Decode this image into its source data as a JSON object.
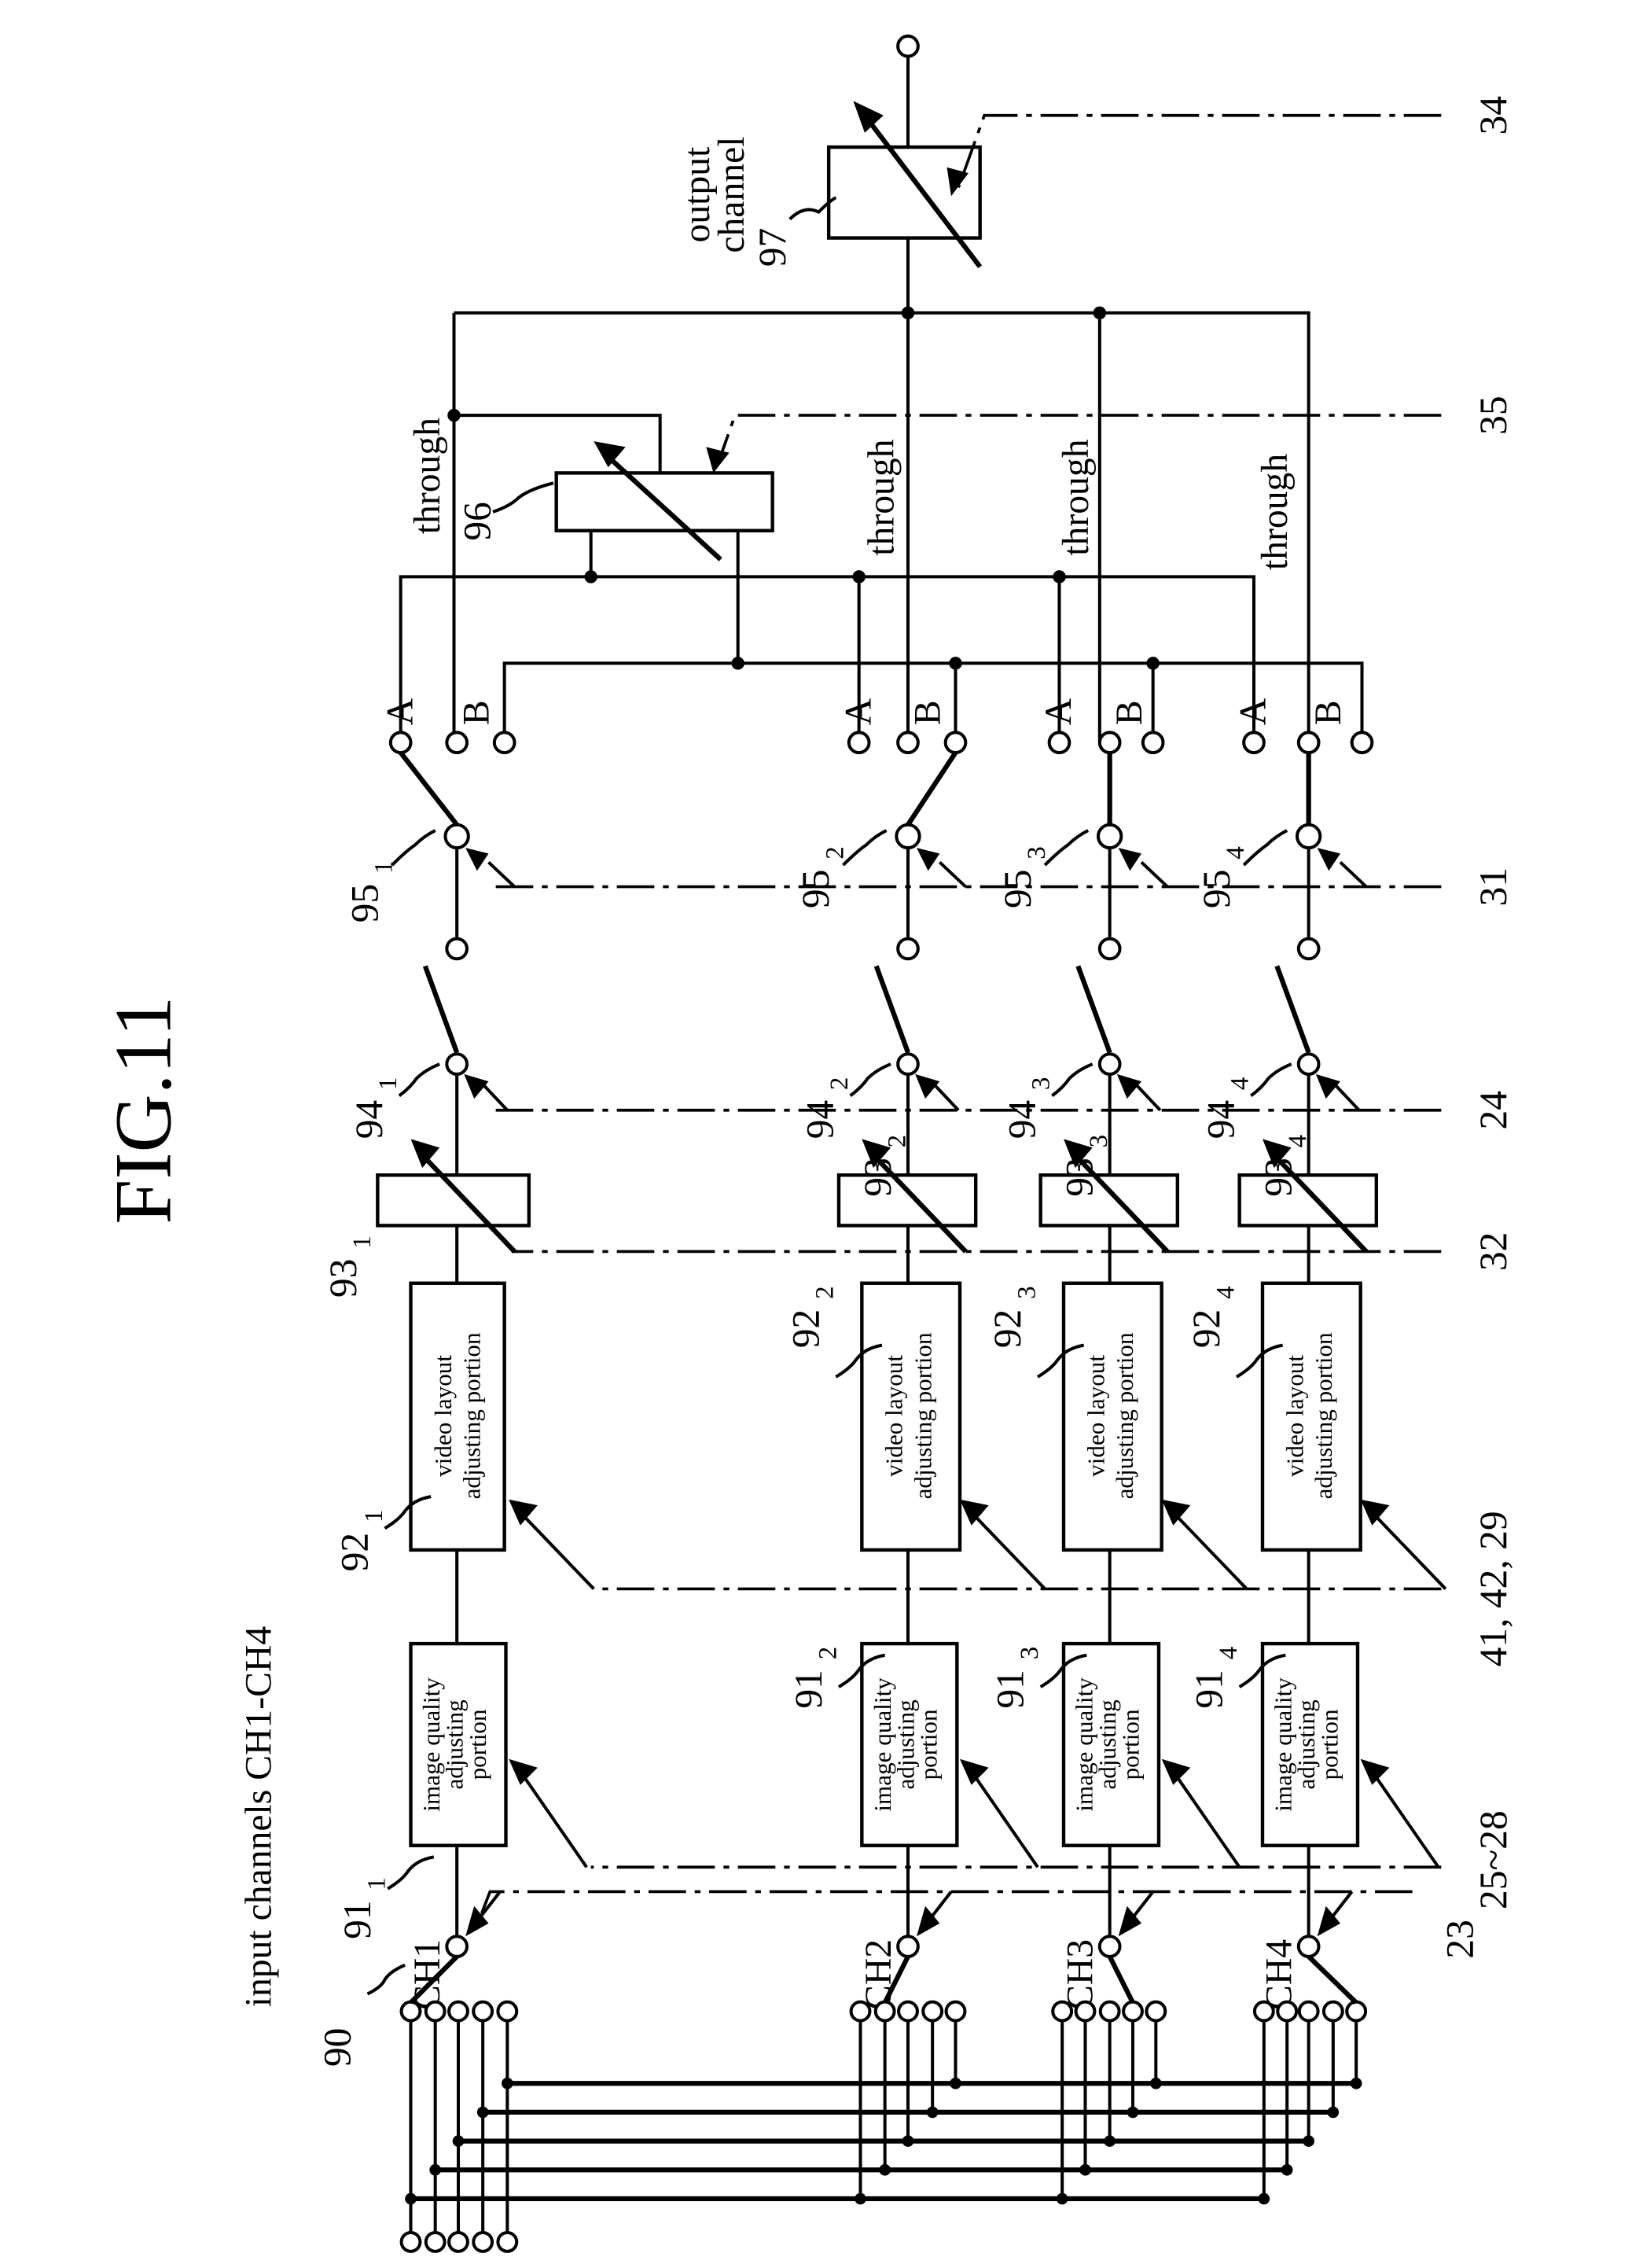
{
  "figure": {
    "title": "FIG.11",
    "input_channels_label": "input channels CH1-CH4",
    "output_channel_label": [
      "output",
      "channel"
    ],
    "selector_ref": "90",
    "channels": [
      {
        "name": "CH1",
        "idx": "1"
      },
      {
        "name": "CH2",
        "idx": "2"
      },
      {
        "name": "CH3",
        "idx": "3"
      },
      {
        "name": "CH4",
        "idx": "4"
      }
    ],
    "blocks": {
      "image_quality": {
        "ref": "91",
        "text": [
          "image quality",
          "adjusting",
          "portion"
        ]
      },
      "video_layout": {
        "ref": "92",
        "text": [
          "video layout",
          "adjusting portion"
        ]
      },
      "variable_93": {
        "ref": "93"
      },
      "switch_94": {
        "ref": "94"
      },
      "switch_95": {
        "ref": "95"
      },
      "mixer_96": {
        "ref": "96"
      },
      "output_97": {
        "ref": "97"
      }
    },
    "terminal_labels": {
      "a": "A",
      "b": "B",
      "through": "through"
    },
    "control_lines": {
      "l34": "34",
      "l35": "35",
      "l31": "31",
      "l24": "24",
      "l32": "32",
      "l42": "41, 42, 29",
      "l25": "25~28",
      "l23": "23"
    }
  }
}
